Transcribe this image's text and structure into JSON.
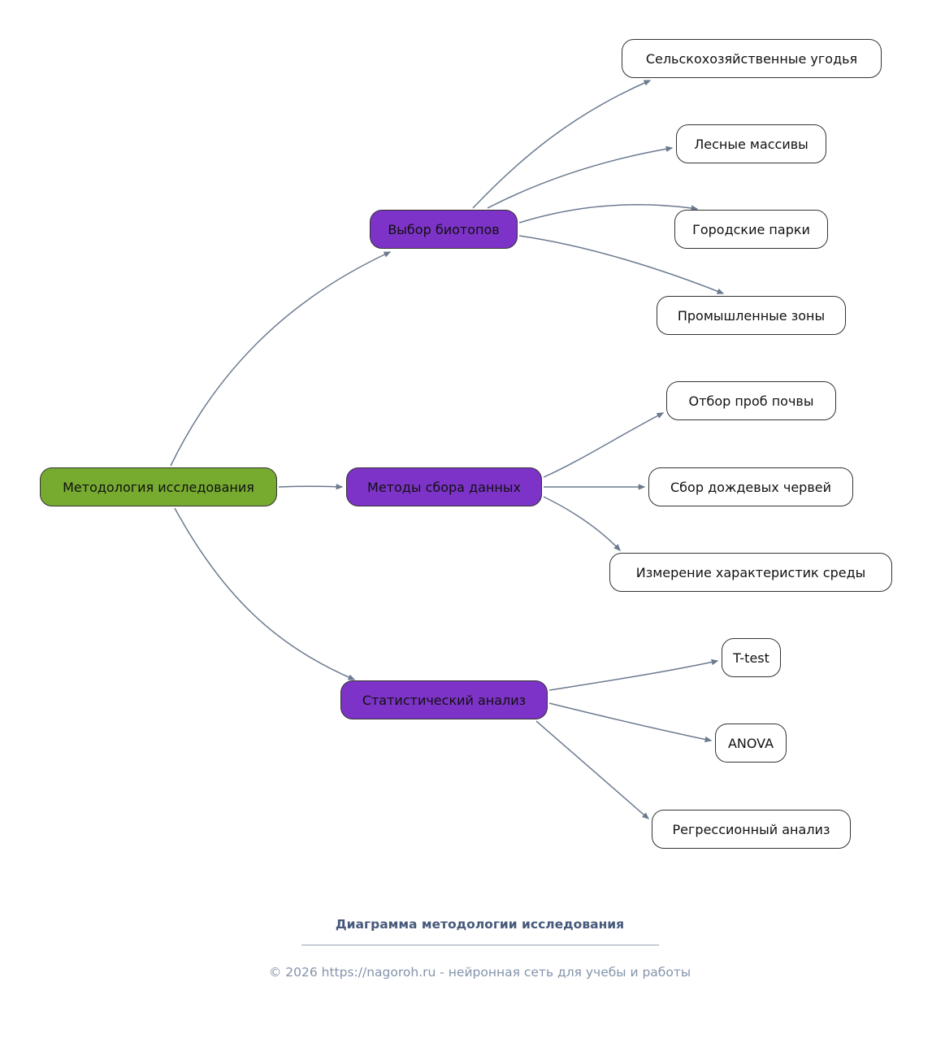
{
  "diagram": {
    "root": {
      "label": "Методология исследования"
    },
    "branches": [
      {
        "label": "Выбор биотопов",
        "leaves": [
          "Сельскохозяйственные угодья",
          "Лесные массивы",
          "Городские парки",
          "Промышленные зоны"
        ]
      },
      {
        "label": "Методы сбора данных",
        "leaves": [
          "Отбор проб почвы",
          "Сбор дождевых червей",
          "Измерение характеристик среды"
        ]
      },
      {
        "label": "Статистический анализ",
        "leaves": [
          "T-test",
          "ANOVA",
          "Регрессионный анализ"
        ]
      }
    ]
  },
  "footer": {
    "title": "Диаграмма методологии исследования",
    "copyright": "© 2026 https://nagoroh.ru - нейронная сеть для учебы и работы"
  },
  "theme": {
    "background": "#ffffff",
    "root_fill": "#76ab2f",
    "branch_fill": "#7d33c7",
    "leaf_fill": "#ffffff",
    "node_border": "#333333",
    "edge_color": "#6b7a8f",
    "footer_title_color": "#47597a",
    "footer_text_color": "#8494ab",
    "divider_color": "#9aa4b2"
  }
}
